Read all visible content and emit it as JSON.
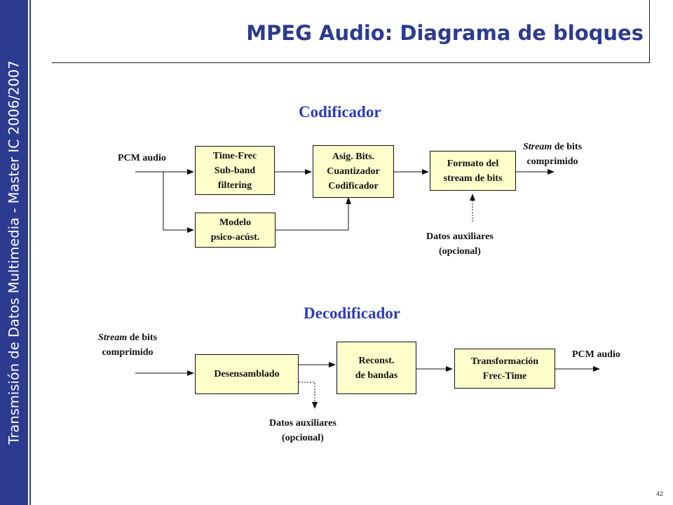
{
  "sidebar": {
    "text": "Transmisión de Datos Multimedia - Master IC 2006/2007"
  },
  "title": "MPEG Audio: Diagrama de bloques",
  "encoder": {
    "heading": "Codificador",
    "input_label": "PCM audio",
    "blocks": {
      "time_freq": "Time-Frec\nSub-band\nfiltering",
      "psycho": "Modelo\npsico-acúst.",
      "quantizer": "Asig. Bits.\nCuantizador\nCodificador",
      "format": "Formato del\nstream de bits"
    },
    "output_label": {
      "italic": "Stream",
      "rest": " de bits",
      "line2": "comprimido"
    },
    "aux_label": {
      "line1": "Datos auxiliares",
      "line2": "(opcional)"
    }
  },
  "decoder": {
    "heading": "Decodificador",
    "input_label": {
      "italic": "Stream",
      "rest": " de bits",
      "line2": "comprimido"
    },
    "blocks": {
      "disassembly": "Desensamblado",
      "reconstruct": "Reconst.\nde bandas",
      "transform": "Transformación\nFrec-Time"
    },
    "output_label": "PCM audio",
    "aux_label": {
      "line1": "Datos auxiliares",
      "line2": "(opcional)"
    }
  },
  "page_number": "42"
}
